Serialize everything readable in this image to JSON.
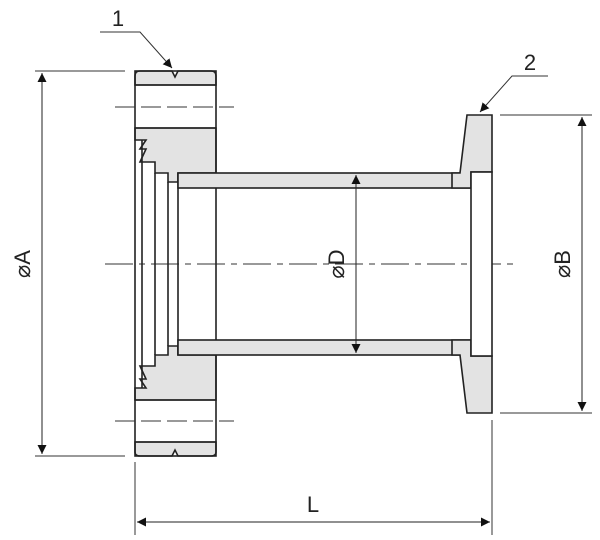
{
  "callouts": {
    "part1": "1",
    "part2": "2"
  },
  "dimensions": {
    "A": "⌀A",
    "B": "⌀B",
    "D": "⌀D",
    "L": "L"
  },
  "colors": {
    "fill": "#e3e3e3",
    "line": "#222222"
  }
}
